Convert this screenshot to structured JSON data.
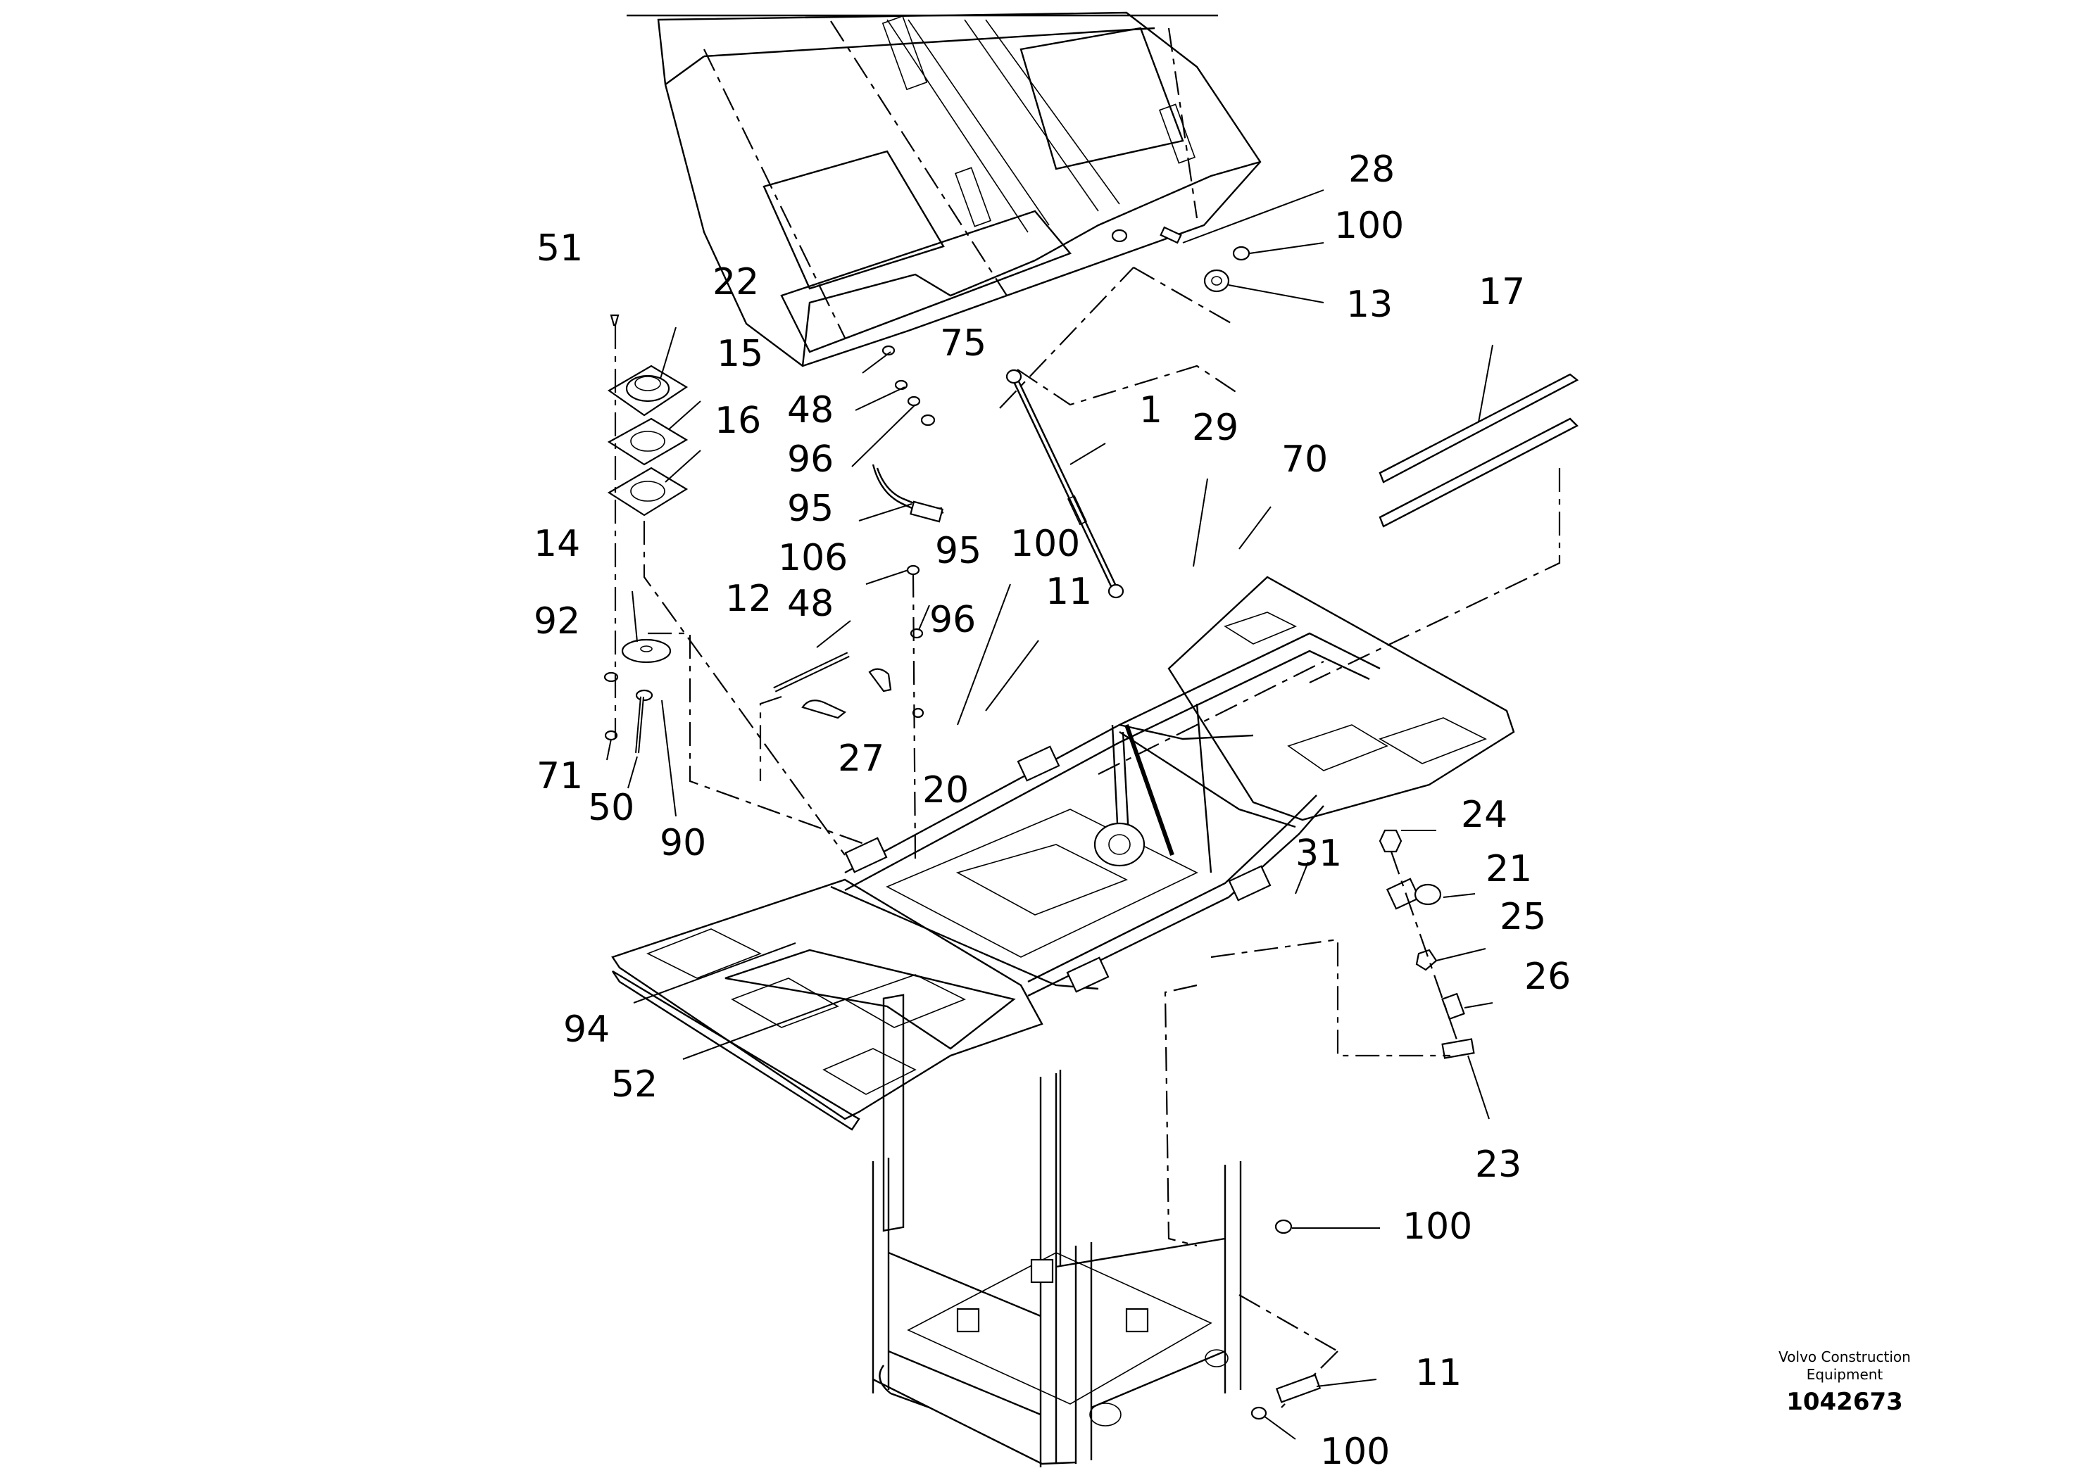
{
  "brand": {
    "line1": "Volvo Construction",
    "line2": "Equipment",
    "doc_number": "1042673"
  },
  "callouts": {
    "c28": "28",
    "c100a": "100",
    "c13": "13",
    "c17": "17",
    "c51": "51",
    "c22": "22",
    "c15": "15",
    "c75": "75",
    "c48a": "48",
    "c96a": "96",
    "c16": "16",
    "c1": "1",
    "c29": "29",
    "c70": "70",
    "c95a": "95",
    "c14": "14",
    "c106": "106",
    "c95b": "95",
    "c100b": "100",
    "c12": "12",
    "c48b": "48",
    "c11a": "11",
    "c92": "92",
    "c96b": "96",
    "c27": "27",
    "c71": "71",
    "c50": "50",
    "c20": "20",
    "c90": "90",
    "c24": "24",
    "c31": "31",
    "c21": "21",
    "c25": "25",
    "c26": "26",
    "c94": "94",
    "c52": "52",
    "c23": "23",
    "c100c": "100",
    "c11b": "11",
    "c100d": "100"
  }
}
